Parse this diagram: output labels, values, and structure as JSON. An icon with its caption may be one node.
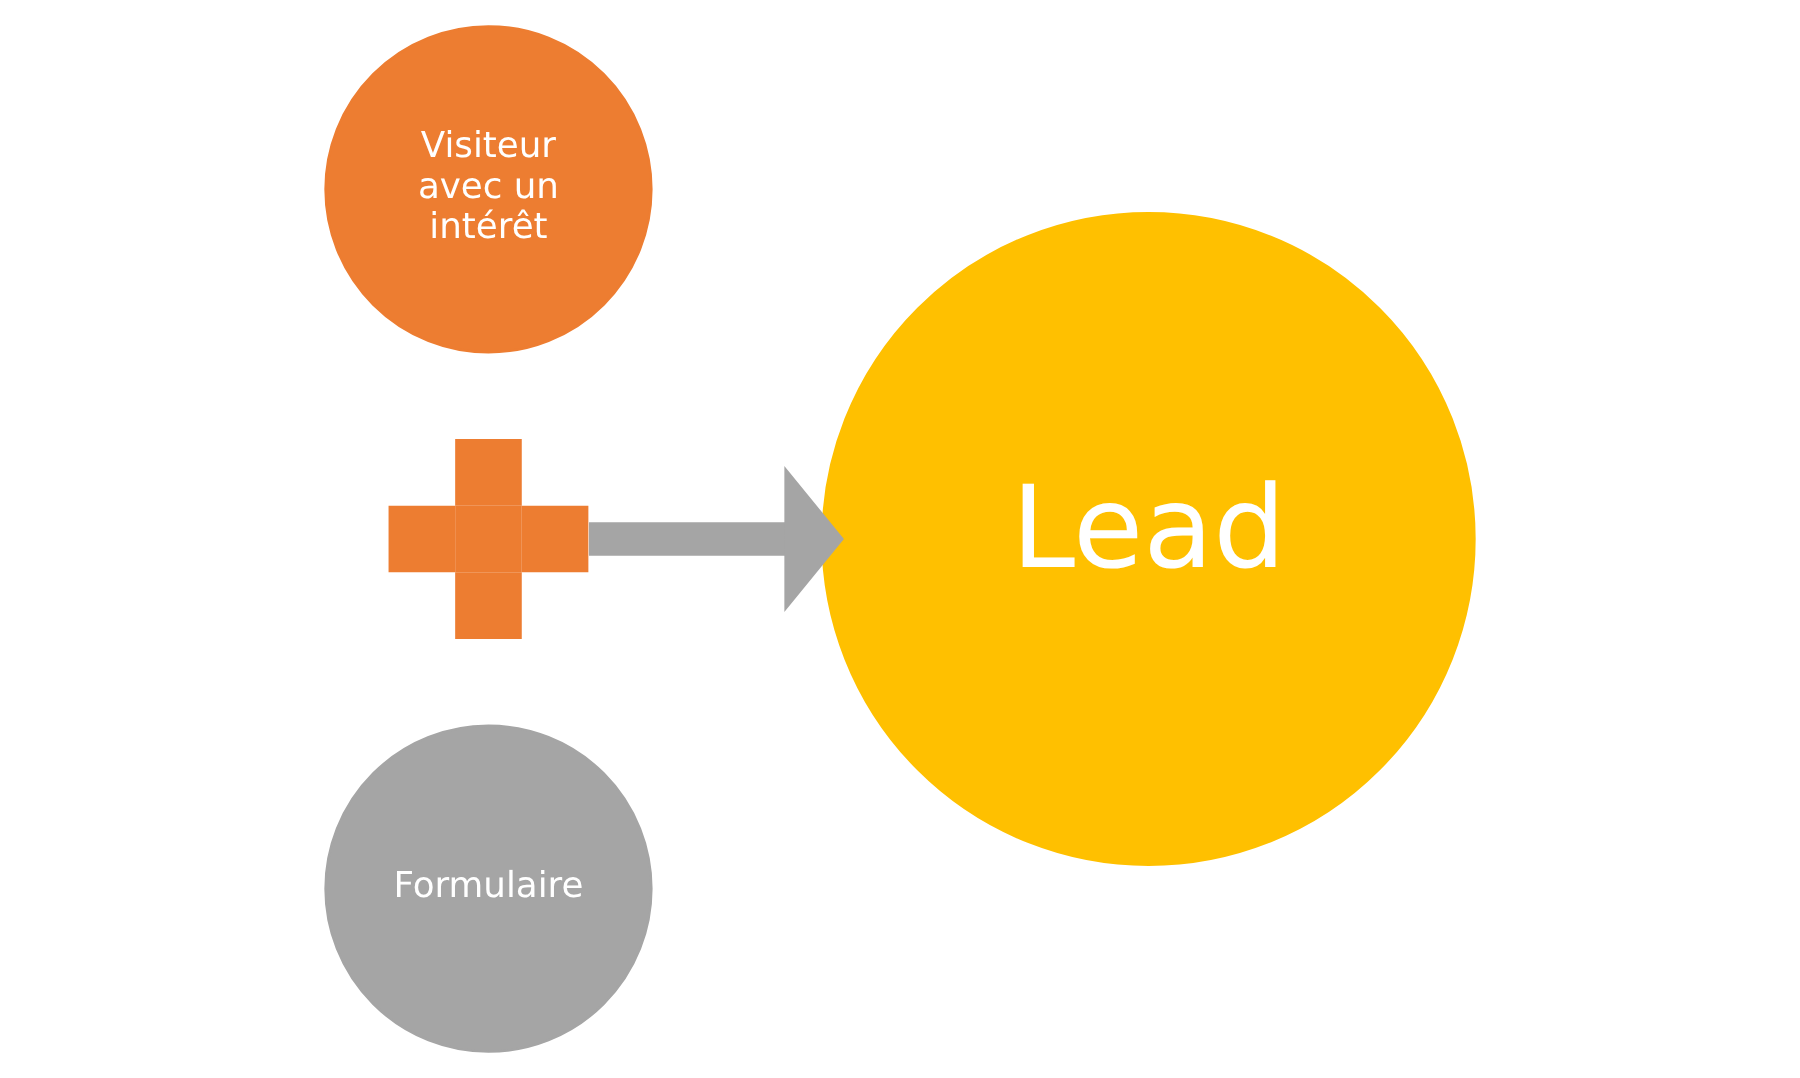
{
  "diagram": {
    "nodes": [
      {
        "text": [
          "Visiteur avec un intérêt"
        ]
      },
      {
        "text": [],
        "shape": "plus"
      },
      {
        "text": [
          "Formulaire"
        ]
      },
      {
        "text": [
          "Lead"
        ]
      }
    ],
    "edges": [
      {
        "from": 1,
        "to": 3,
        "arrow": "to",
        "color": "#a5a5a5"
      }
    ]
  }
}
